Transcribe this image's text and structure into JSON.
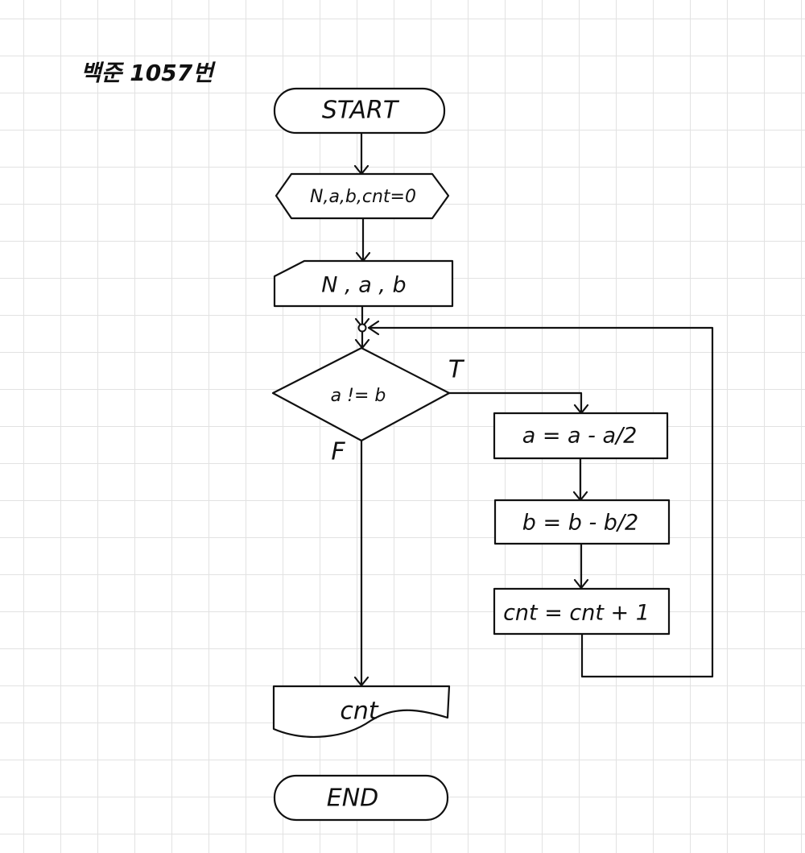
{
  "title": "백준 1057번",
  "nodes": {
    "start": "START",
    "init": "N,a,b,cnt=0",
    "input": "N , a , b",
    "condition": "a != b",
    "step_a": "a = a - a/2",
    "step_b": "b = b - b/2",
    "step_cnt": "cnt = cnt + 1",
    "output": "cnt",
    "end": "END"
  },
  "edges": {
    "true_label": "T",
    "false_label": "F"
  }
}
